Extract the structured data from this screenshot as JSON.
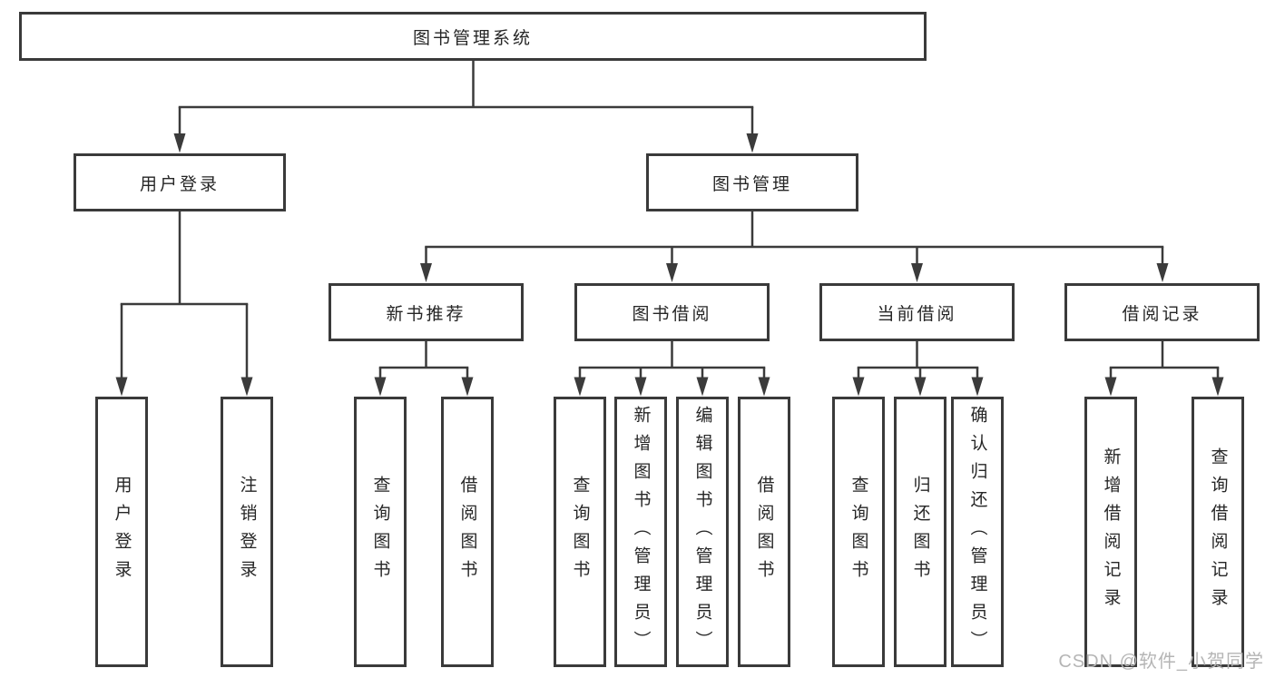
{
  "diagram_type": "hierarchy-tree",
  "colors": {
    "background": "#ffffff",
    "box_border": "#3a3a3a",
    "connector_line": "#3b3b3b",
    "text": "#262626",
    "watermark": "#b5b5b5"
  },
  "nodes": {
    "root": {
      "label": "图书管理系统"
    },
    "user_login": {
      "label": "用户登录"
    },
    "book_management": {
      "label": "图书管理"
    },
    "new_book_recommend": {
      "label": "新书推荐"
    },
    "book_borrowing": {
      "label": "图书借阅"
    },
    "current_borrowing": {
      "label": "当前借阅"
    },
    "borrowing_records": {
      "label": "借阅记录"
    },
    "leaf_user_login": {
      "label": "用户登录"
    },
    "leaf_logout": {
      "label": "注销登录"
    },
    "leaf_query_books_recommend": {
      "label": "查询图书"
    },
    "leaf_borrow_books_recommend": {
      "label": "借阅图书"
    },
    "leaf_query_books_borrow": {
      "label": "查询图书"
    },
    "leaf_add_books_admin": {
      "label": "新增图书（管理员）"
    },
    "leaf_edit_books_admin": {
      "label": "编辑图书（管理员）"
    },
    "leaf_borrow_books_borrow": {
      "label": "借阅图书"
    },
    "leaf_query_books_current": {
      "label": "查询图书"
    },
    "leaf_return_books": {
      "label": "归还图书"
    },
    "leaf_confirm_return_admin": {
      "label": "确认归还（管理员）"
    },
    "leaf_add_borrow_record": {
      "label": "新增借阅记录"
    },
    "leaf_query_borrow_record": {
      "label": "查询借阅记录"
    }
  },
  "hierarchy": {
    "图书管理系统": {
      "用户登录": [
        "用户登录",
        "注销登录"
      ],
      "图书管理": {
        "新书推荐": [
          "查询图书",
          "借阅图书"
        ],
        "图书借阅": [
          "查询图书",
          "新增图书（管理员）",
          "编辑图书（管理员）",
          "借阅图书"
        ],
        "当前借阅": [
          "查询图书",
          "归还图书",
          "确认归还（管理员）"
        ],
        "借阅记录": [
          "新增借阅记录",
          "查询借阅记录"
        ]
      }
    }
  },
  "watermark": {
    "text": "CSDN @软件_小贺同学"
  }
}
